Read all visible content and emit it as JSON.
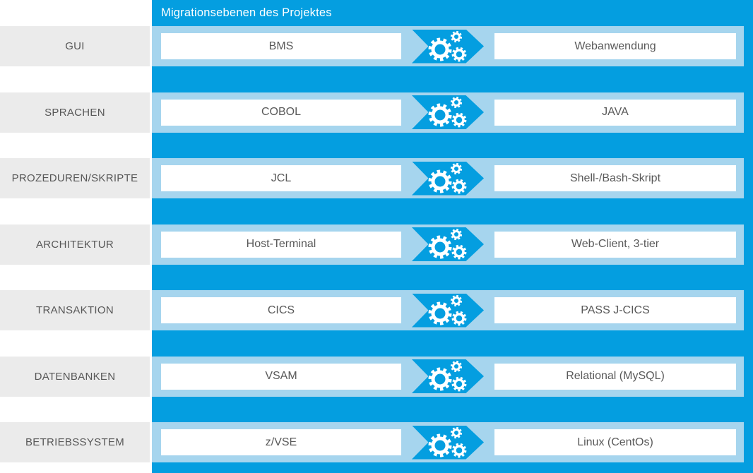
{
  "title": "Migrationsebenen des Projektes",
  "colors": {
    "accent_dark": "#049EE0",
    "accent_light": "#A6D5EE",
    "panel_gray": "#EBEBEB",
    "label_gray": "#575757",
    "box_text": "#595959"
  },
  "icons": {
    "row_icon": "gears-icon",
    "row_shape": "migration-arrow"
  },
  "rows": [
    {
      "category": "GUI",
      "from": "BMS",
      "to": "Webanwendung"
    },
    {
      "category": "SPRACHEN",
      "from": "COBOL",
      "to": "JAVA"
    },
    {
      "category": "PROZEDUREN/SKRIPTE",
      "from": "JCL",
      "to": "Shell-/Bash-Skript"
    },
    {
      "category": "ARCHITEKTUR",
      "from": "Host-Terminal",
      "to": "Web-Client, 3-tier"
    },
    {
      "category": "TRANSAKTION",
      "from": "CICS",
      "to": "PASS J-CICS"
    },
    {
      "category": "DATENBANKEN",
      "from": "VSAM",
      "to": "Relational (MySQL)"
    },
    {
      "category": "BETRIEBSSYSTEM",
      "from": "z/VSE",
      "to": "Linux (CentOs)"
    }
  ]
}
